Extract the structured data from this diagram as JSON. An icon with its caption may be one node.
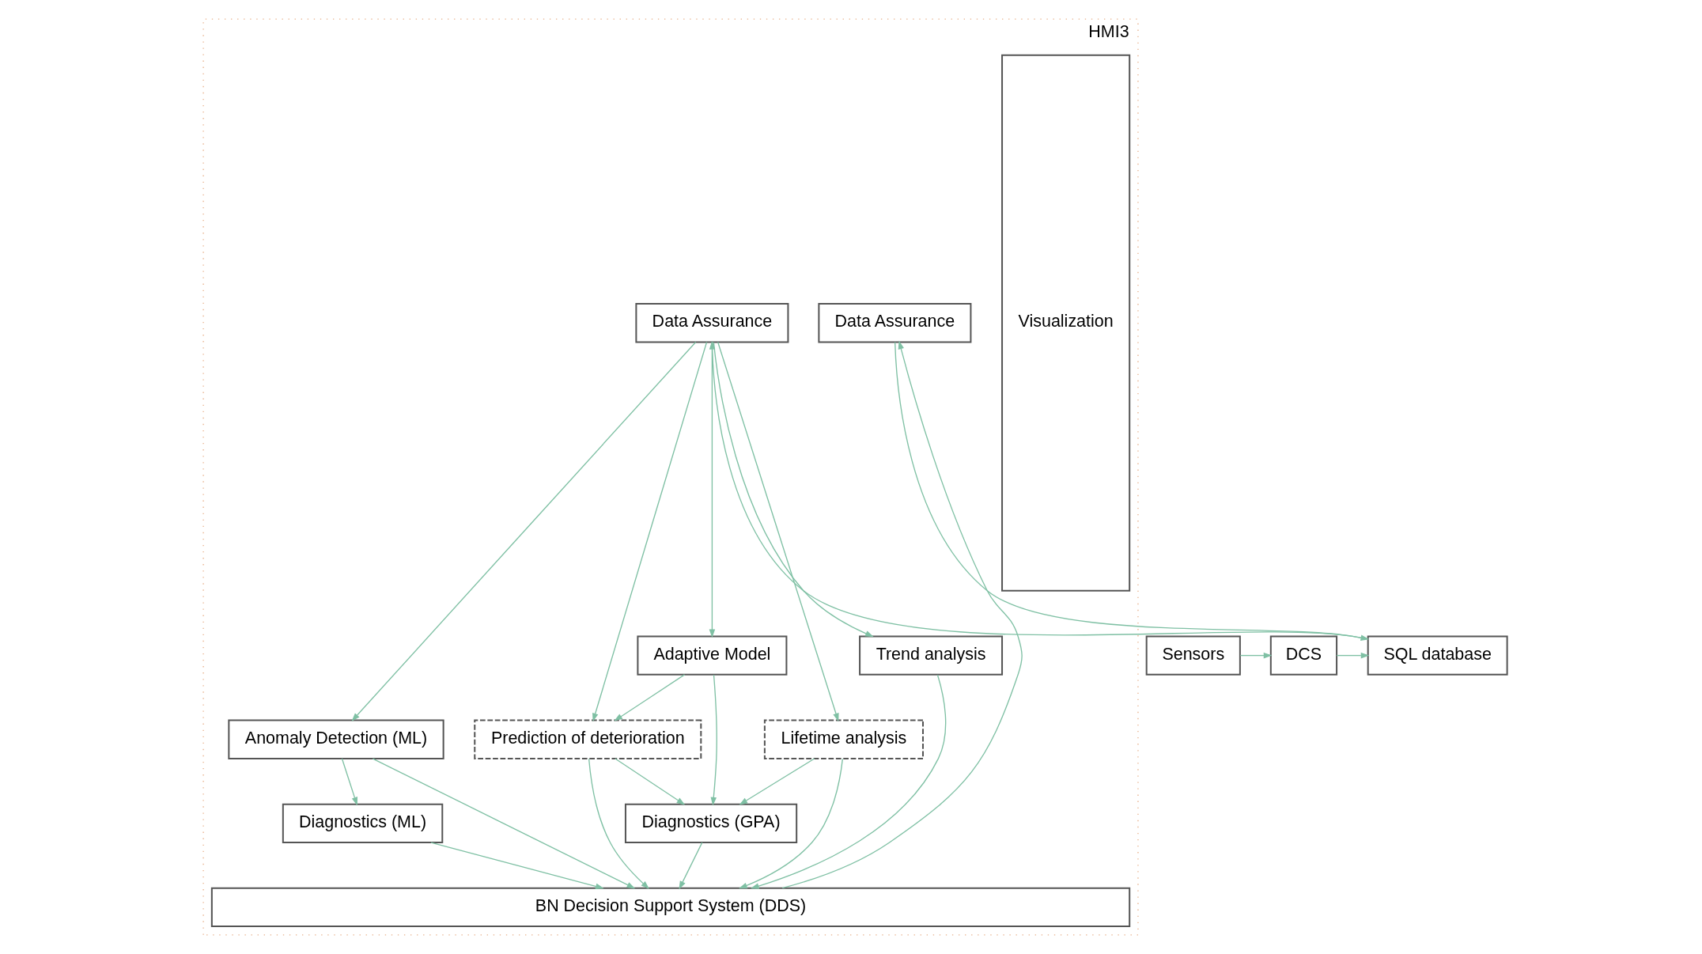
{
  "diagram": {
    "nodes": [
      {
        "text": [
          "HMI3"
        ]
      },
      {
        "text": [
          "SQL database"
        ]
      },
      {
        "text": [
          "DCS"
        ]
      },
      {
        "text": [
          "Sensors"
        ]
      },
      {
        "text": [
          "Visualization"
        ],
        "in": 0
      },
      {
        "text": [
          "Data Assurance"
        ],
        "in": 0
      },
      {
        "text": [
          "Data Assurance"
        ],
        "in": 0
      },
      {
        "text": [
          "Trend analysis"
        ],
        "in": 0
      },
      {
        "text": [
          "Adaptive Model"
        ],
        "in": 0
      },
      {
        "text": [
          "Prediction of deterioration"
        ],
        "in": 0
      },
      {
        "text": [
          "Lifetime analysis"
        ],
        "in": 0
      },
      {
        "text": [
          "Anomaly Detection (ML)"
        ],
        "in": 0
      },
      {
        "text": [
          "Diagnostics (GPA)"
        ],
        "in": 0
      },
      {
        "text": [
          "Diagnostics (ML)"
        ],
        "in": 0
      },
      {
        "text": [
          "BN Decision Support System (DDS)"
        ],
        "in": 0
      }
    ],
    "edges": [
      {
        "from": 3,
        "to": 2,
        "arrow": "to"
      },
      {
        "from": 2,
        "to": 1,
        "arrow": "to"
      },
      {
        "from": 5,
        "to": 1,
        "arrow": "to"
      },
      {
        "from": 1,
        "to": 6,
        "arrow": "to"
      },
      {
        "from": 6,
        "to": 7,
        "arrow": "to"
      },
      {
        "from": 6,
        "to": 8,
        "arrow": "to"
      },
      {
        "from": 6,
        "to": 9,
        "arrow": "to"
      },
      {
        "from": 6,
        "to": 10,
        "arrow": "to"
      },
      {
        "from": 6,
        "to": 11,
        "arrow": "to"
      },
      {
        "from": 8,
        "to": 9,
        "arrow": "to"
      },
      {
        "from": 8,
        "to": 12,
        "arrow": "to"
      },
      {
        "from": 9,
        "to": 12,
        "arrow": "to"
      },
      {
        "from": 10,
        "to": 12,
        "arrow": "to"
      },
      {
        "from": 11,
        "to": 13,
        "arrow": "to"
      },
      {
        "from": 7,
        "to": 14,
        "arrow": "to"
      },
      {
        "from": 12,
        "to": 14,
        "arrow": "to"
      },
      {
        "from": 9,
        "to": 14,
        "arrow": "to"
      },
      {
        "from": 10,
        "to": 14,
        "arrow": "to"
      },
      {
        "from": 11,
        "to": 14,
        "arrow": "to"
      },
      {
        "from": 13,
        "to": 14,
        "arrow": "to"
      },
      {
        "from": 14,
        "to": 5,
        "arrow": "to"
      }
    ]
  }
}
